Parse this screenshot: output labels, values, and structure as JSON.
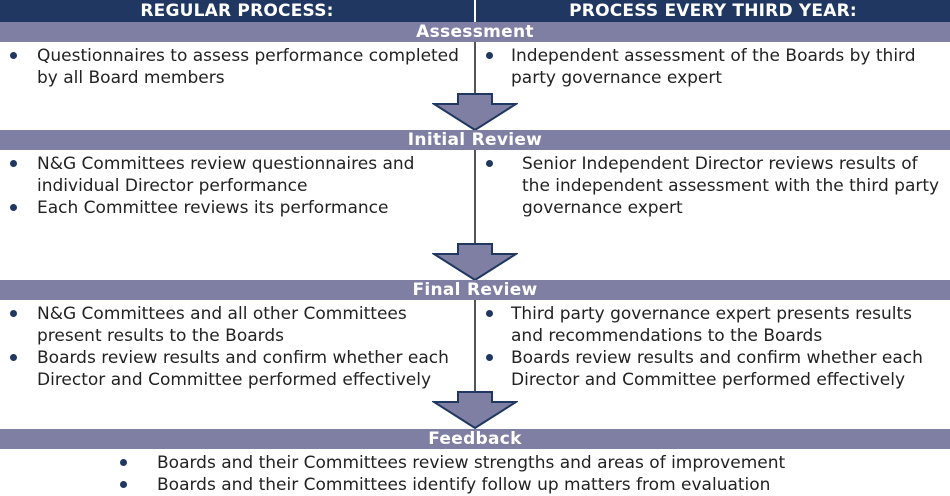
{
  "headers": {
    "left": "REGULAR PROCESS:",
    "right": "PROCESS EVERY THIRD YEAR:"
  },
  "stages": [
    {
      "title": "Assessment",
      "left": [
        "Questionnaires to assess performance completed by all Board members"
      ],
      "right": [
        "Independent assessment of the Boards by third party governance expert"
      ]
    },
    {
      "title": "Initial Review",
      "left": [
        "N&G Committees review questionnaires and individual Director performance",
        "Each Committee reviews its performance"
      ],
      "right": [
        "Senior Independent Director reviews results of the independent assessment with the third party governance expert"
      ]
    },
    {
      "title": "Final Review",
      "left": [
        "N&G Committees and all other Committees present results to the Boards",
        "Boards review results and confirm whether each Director and Committee performed effectively"
      ],
      "right": [
        "Third party governance expert presents results and recommendations to the Boards",
        "Boards review results and confirm whether each Director and Committee performed effectively"
      ]
    },
    {
      "title": "Feedback",
      "items": [
        "Boards and their Committees review strengths and areas of improvement",
        "Boards and their Committees identify follow up matters from evaluation"
      ]
    }
  ],
  "colors": {
    "header": "#1f3761",
    "stage_bar": "#7e7fa2",
    "arrow_fill": "#7e7fa2",
    "arrow_stroke": "#1f3761",
    "bullet": "#1f3761"
  }
}
